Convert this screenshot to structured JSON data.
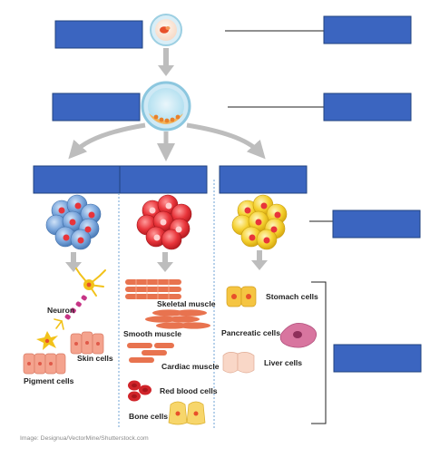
{
  "labels": {
    "neuron": "Neuron",
    "skin_cells": "Skin cells",
    "pigment_cells": "Pigment cells",
    "skeletal_muscle": "Skeletal muscle",
    "smooth_muscle": "Smooth muscle",
    "cardiac_muscle": "Cardiac muscle",
    "red_blood_cells": "Red blood cells",
    "bone_cells": "Bone cells",
    "stomach_cells": "Stomach cells",
    "pancreatic_cells": "Pancreatic cells",
    "liver_cells": "Liver cells"
  },
  "credit": "Image: Designua/VectorMine/Shutterstock.com",
  "colors": {
    "label_box": "#3B65C0",
    "arrow": "#bdbdbd",
    "ectoderm": "#7aa6dc",
    "mesoderm": "#e8343a",
    "endoderm": "#f5d130",
    "divider": "#6fa3d6"
  }
}
